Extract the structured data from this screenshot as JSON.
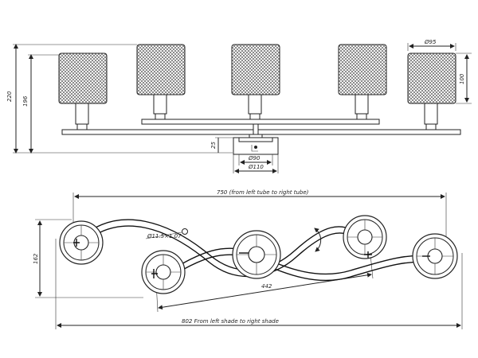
{
  "front_view": {
    "dims": {
      "total_height": "220",
      "body_height": "196",
      "canopy_height": "25",
      "shade_diameter": "Ø95",
      "shade_height": "100",
      "canopy_inner": "Ø90",
      "canopy_outer": "Ø110"
    },
    "shade_count": 5
  },
  "plan_view": {
    "dims": {
      "tube_span": "750 (from left tube to right tube)",
      "shade_span": "802 From left shade to right shade",
      "depth": "162",
      "inner_span": "442",
      "tube_diameter": "Ø11.5×1.07"
    }
  },
  "colors": {
    "line": "#222222",
    "background": "#ffffff"
  }
}
